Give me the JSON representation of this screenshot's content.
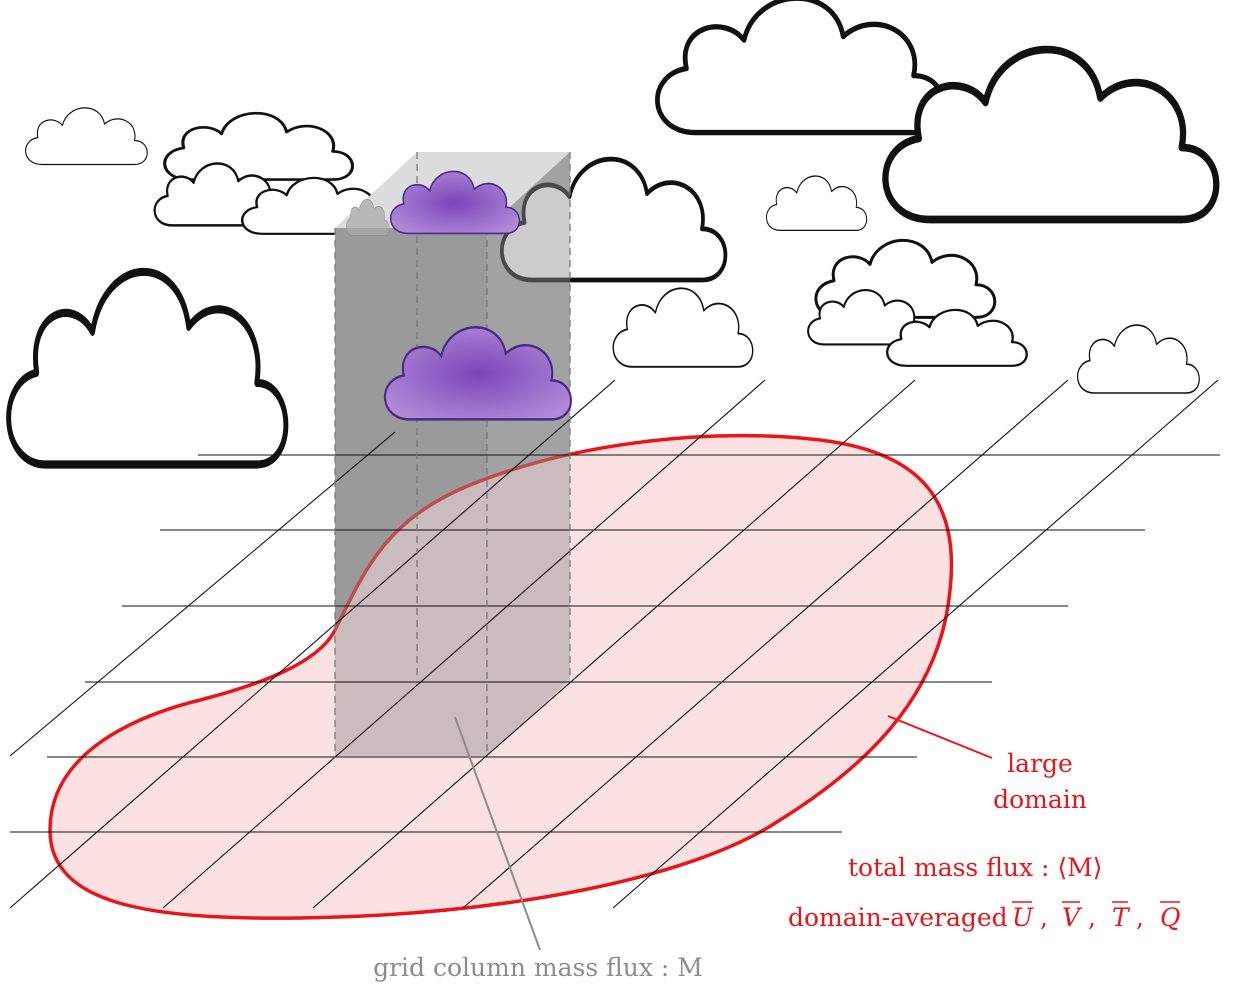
{
  "labels": {
    "large_domain_line1": "large",
    "large_domain_line2": "domain",
    "total_flux": "total mass flux : ⟨M⟩",
    "domain_averaged": "domain-averaged",
    "u": "U",
    "v": "V",
    "t": "T",
    "q": "Q",
    "grid_column": "grid column mass flux : M"
  },
  "colors": {
    "domain_stroke": "#e8161a",
    "domain_fill": "#fbe1e2",
    "column_fill": "#9e9e9e",
    "convective_cloud": "#8a5ac2",
    "grid_column_label": "#8c8c8c"
  }
}
